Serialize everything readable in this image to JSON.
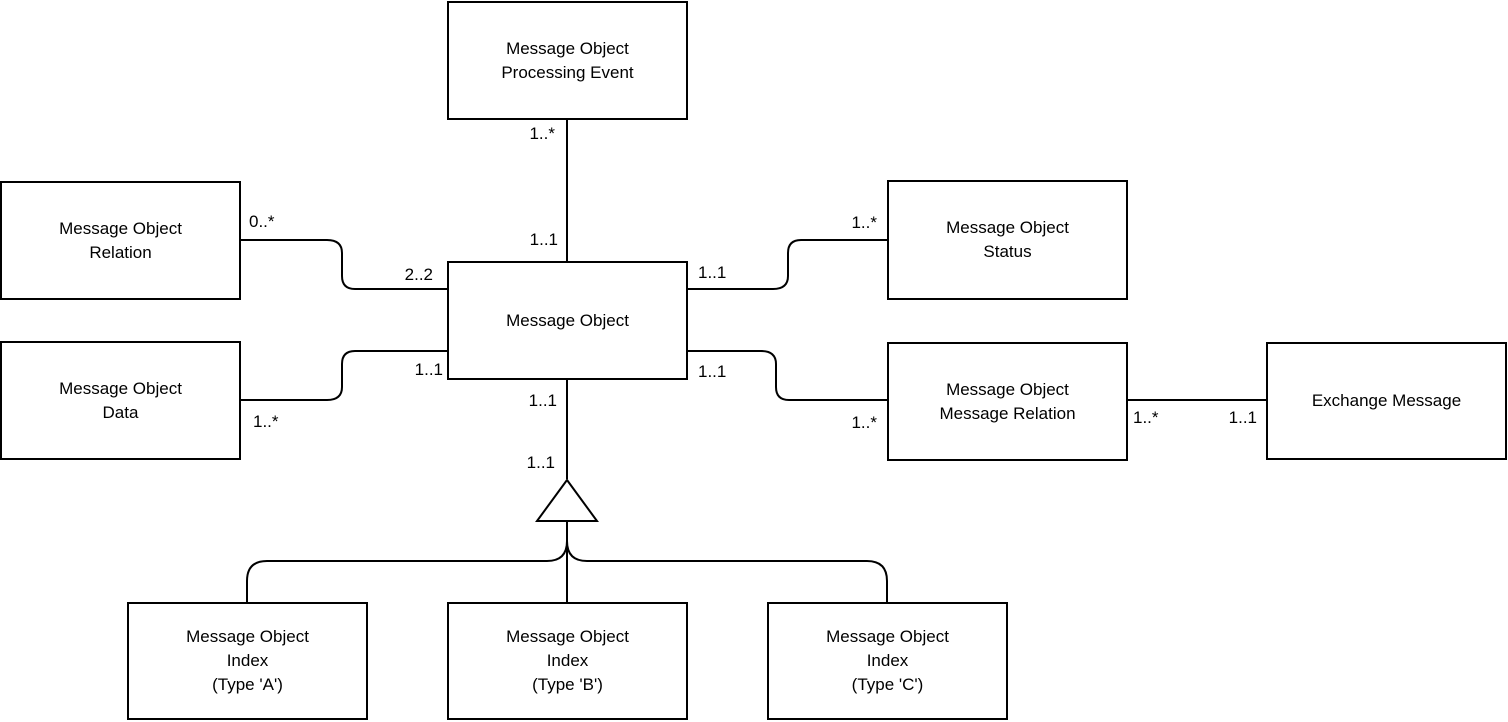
{
  "diagram": {
    "kind": "uml-entity-relationship-diagram",
    "colors": {
      "background": "#ffffff",
      "box_fill": "#ffffff",
      "line": "#000000",
      "text": "#000000"
    },
    "nodes": [
      {
        "id": "message-object-processing-event",
        "label": "Message Object\nProcessing Event"
      },
      {
        "id": "message-object-relation",
        "label": "Message Object\nRelation"
      },
      {
        "id": "message-object-status",
        "label": "Message Object\nStatus"
      },
      {
        "id": "message-object",
        "label": "Message Object"
      },
      {
        "id": "message-object-data",
        "label": "Message Object\nData"
      },
      {
        "id": "message-object-message-relation",
        "label": "Message Object\nMessage Relation"
      },
      {
        "id": "exchange-message",
        "label": "Exchange Message"
      },
      {
        "id": "message-object-index-type-a",
        "label": "Message Object\nIndex\n(Type 'A')"
      },
      {
        "id": "message-object-index-type-b",
        "label": "Message Object\nIndex\n(Type 'B')"
      },
      {
        "id": "message-object-index-type-c",
        "label": "Message Object\nIndex\n(Type 'C')"
      }
    ],
    "edges": [
      {
        "id": "processing-event--message-object",
        "source": "message-object-processing-event",
        "target": "message-object",
        "source_multiplicity": "1..*",
        "target_multiplicity": "1..1"
      },
      {
        "id": "relation--message-object",
        "source": "message-object-relation",
        "target": "message-object",
        "source_multiplicity": "0..*",
        "target_multiplicity": "2..2"
      },
      {
        "id": "data--message-object",
        "source": "message-object-data",
        "target": "message-object",
        "source_multiplicity": "1..*",
        "target_multiplicity": "1..1"
      },
      {
        "id": "message-object--status",
        "source": "message-object",
        "target": "message-object-status",
        "source_multiplicity": "1..1",
        "target_multiplicity": "1..*"
      },
      {
        "id": "message-object--message-relation",
        "source": "message-object",
        "target": "message-object-message-relation",
        "source_multiplicity": "1..1",
        "target_multiplicity": "1..*"
      },
      {
        "id": "message-relation--exchange-message",
        "source": "message-object-message-relation",
        "target": "exchange-message",
        "source_multiplicity": "1..*",
        "target_multiplicity": "1..1"
      },
      {
        "id": "message-object--index-generalization",
        "type": "generalization",
        "source": "message-object",
        "targets": "message-object-index-type-a, message-object-index-type-b, message-object-index-type-c",
        "source_multiplicity": "1..1",
        "target_multiplicity": "1..1"
      }
    ]
  }
}
